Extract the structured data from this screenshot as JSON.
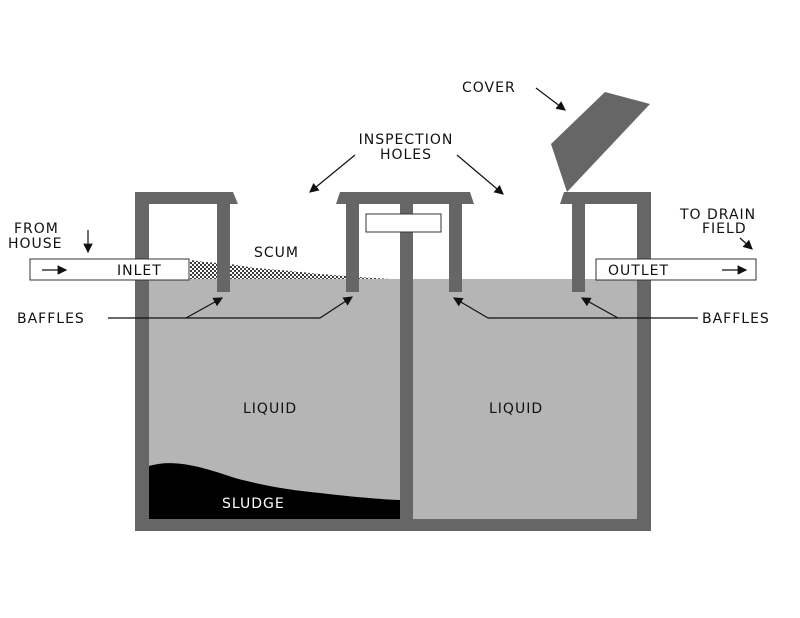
{
  "labels": {
    "cover": "COVER",
    "inspection_line1": "INSPECTION",
    "inspection_line2": "HOLES",
    "from_house_line1": "FROM",
    "from_house_line2": "HOUSE",
    "inlet": "INLET",
    "scum": "SCUM",
    "to_drain_line1": "TO DRAIN",
    "to_drain_line2": "FIELD",
    "outlet": "OUTLET",
    "baffles_left": "BAFFLES",
    "baffles_right": "BAFFLES",
    "liquid_left": "LIQUID",
    "liquid_right": "LIQUID",
    "sludge": "SLUDGE"
  },
  "colors": {
    "tank_wall": "#666666",
    "liquid": "#b5b5b5",
    "sludge": "#000000",
    "cover": "#666666",
    "pipe": "#ffffff",
    "line": "#111111"
  }
}
